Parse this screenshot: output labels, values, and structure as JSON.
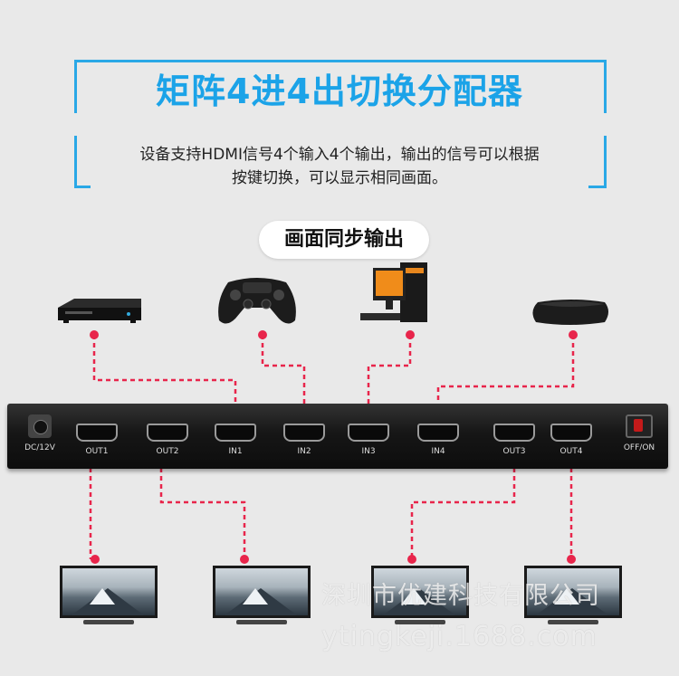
{
  "title": "矩阵4进4出切换分配器",
  "description_line1": "设备支持HDMI信号4个输入4个输出，输出的信号可以根据",
  "description_line2": "按键切换，可以显示相同画面。",
  "badge": "画面同步输出",
  "sources": [
    {
      "icon": "media-player-icon"
    },
    {
      "icon": "gamepad-icon"
    },
    {
      "icon": "computer-icon"
    },
    {
      "icon": "set-top-box-icon"
    }
  ],
  "ports": {
    "dc": "DC/12V",
    "out1": "OUT1",
    "out2": "OUT2",
    "in1": "IN1",
    "in2": "IN2",
    "in3": "IN3",
    "in4": "IN4",
    "out3": "OUT3",
    "out4": "OUT4",
    "power": "OFF/ON"
  },
  "colors": {
    "accent": "#1ba3e8",
    "wire": "#e8254b",
    "switcher": "#161616"
  },
  "watermark": {
    "line1": "深圳市优建科技有限公司",
    "line2": "ytingkeji.1688.com"
  }
}
